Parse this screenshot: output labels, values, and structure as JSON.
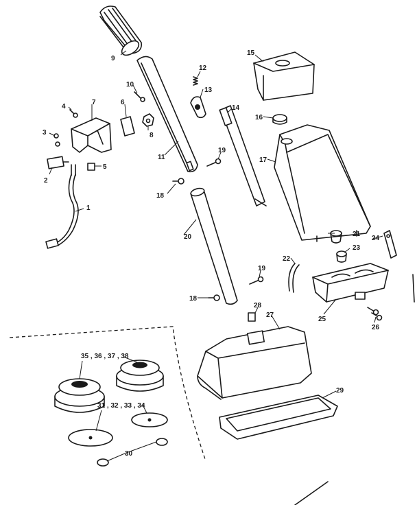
{
  "callouts": {
    "c1": "1",
    "c2": "2",
    "c3": "3",
    "c4": "4",
    "c5": "5",
    "c6": "6",
    "c7": "7",
    "c8": "8",
    "c9": "9",
    "c10": "10",
    "c11": "11",
    "c12": "12",
    "c13": "13",
    "c14": "14",
    "c15": "15",
    "c16": "16",
    "c17": "17",
    "c18a": "18",
    "c18b": "18",
    "c19a": "19",
    "c19b": "19",
    "c20": "20",
    "c21": "21",
    "c22": "22",
    "c23": "23",
    "c24": "24",
    "c25": "25",
    "c26": "26",
    "c27": "27",
    "c28": "28",
    "c29": "29",
    "c30": "30",
    "c31_34": "31 , 32 , 33 , 34",
    "c35_38": "35 , 36 , 37 , 38"
  }
}
